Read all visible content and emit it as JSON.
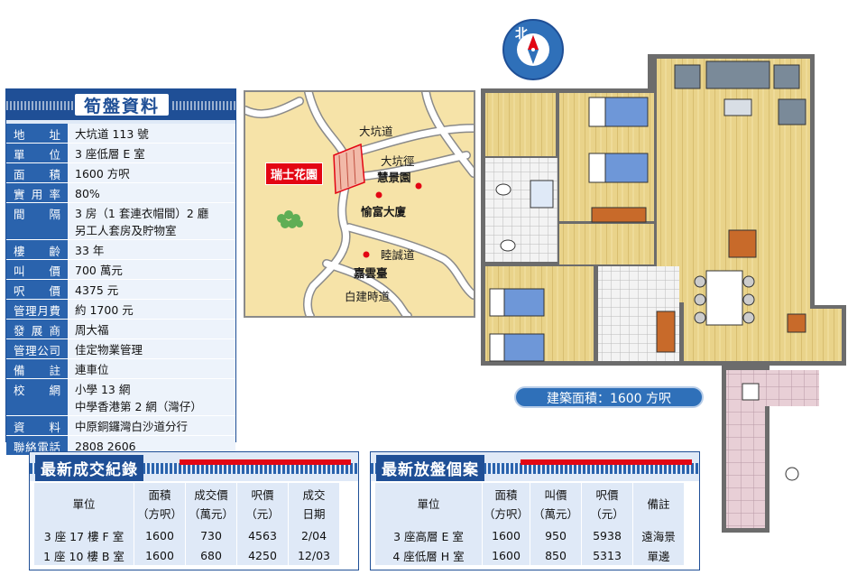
{
  "info_panel": {
    "title": "筍盤資料",
    "rows": [
      {
        "label": "地址",
        "lines": [
          "大坑道 113 號"
        ]
      },
      {
        "label": "單位",
        "lines": [
          "3 座低層 E 室"
        ]
      },
      {
        "label": "面積",
        "lines": [
          "1600 方呎"
        ]
      },
      {
        "label": "實用率",
        "lines": [
          "80%"
        ]
      },
      {
        "label": "間隔",
        "lines": [
          "3 房（1 套連衣帽間）2 廳",
          "另工人套房及貯物室"
        ]
      },
      {
        "label": "樓齡",
        "lines": [
          "33 年"
        ]
      },
      {
        "label": "叫價",
        "lines": [
          "700 萬元"
        ]
      },
      {
        "label": "呎價",
        "lines": [
          "4375 元"
        ]
      },
      {
        "label": "管理月費",
        "lines": [
          "約 1700 元"
        ]
      },
      {
        "label": "發展商",
        "lines": [
          "周大福"
        ]
      },
      {
        "label": "管理公司",
        "lines": [
          "佳定物業管理"
        ]
      },
      {
        "label": "備註",
        "lines": [
          "連車位"
        ]
      },
      {
        "label": "校網",
        "lines": [
          "小學 13 網",
          "中學香港第 2 網（灣仔）"
        ]
      },
      {
        "label": "資料",
        "lines": [
          "中原銅鑼灣白沙道分行"
        ]
      },
      {
        "label": "聯絡電話",
        "lines": [
          "2808 2606"
        ]
      }
    ]
  },
  "map": {
    "estate": "瑞士花園",
    "labels": {
      "tai_hang_road": "大坑道",
      "tai_hang_path": "大坑徑",
      "wai_king": "慧景園",
      "yue_fu": "愉富大廈",
      "mok_shing": "睦誠道",
      "ka_wan": "嘉雲臺",
      "pak_kin": "白建時道"
    }
  },
  "compass": {
    "north": "北"
  },
  "floor_plan": {
    "area_label": "建築面積：1600 方呎"
  },
  "recent_deals": {
    "title": "最新成交紀錄",
    "headers": [
      [
        "單位"
      ],
      [
        "面積",
        "（方呎）"
      ],
      [
        "成交價",
        "（萬元）"
      ],
      [
        "呎價",
        "（元）"
      ],
      [
        "成交",
        "日期"
      ]
    ],
    "rows": [
      [
        "3 座 17 樓 F 室",
        "1600",
        "730",
        "4563",
        "2/04"
      ],
      [
        "1 座 10 樓 B 室",
        "1600",
        "680",
        "4250",
        "12/03"
      ]
    ]
  },
  "listings": {
    "title": "最新放盤個案",
    "headers": [
      [
        "單位"
      ],
      [
        "面積",
        "（方呎）"
      ],
      [
        "叫價",
        "（萬元）"
      ],
      [
        "呎價",
        "（元）"
      ],
      [
        "備註"
      ]
    ],
    "rows": [
      [
        "3 座高層 E 室",
        "1600",
        "950",
        "5938",
        "遠海景"
      ],
      [
        "4 座低層 H 室",
        "1600",
        "850",
        "5313",
        "單邊"
      ]
    ]
  },
  "colors": {
    "brand_blue": "#1f4f96",
    "panel_blue": "#dfe9f7",
    "estate_red": "#e30613",
    "map_bg": "#f6e3a8",
    "floor_wood": "#e9d38a"
  }
}
